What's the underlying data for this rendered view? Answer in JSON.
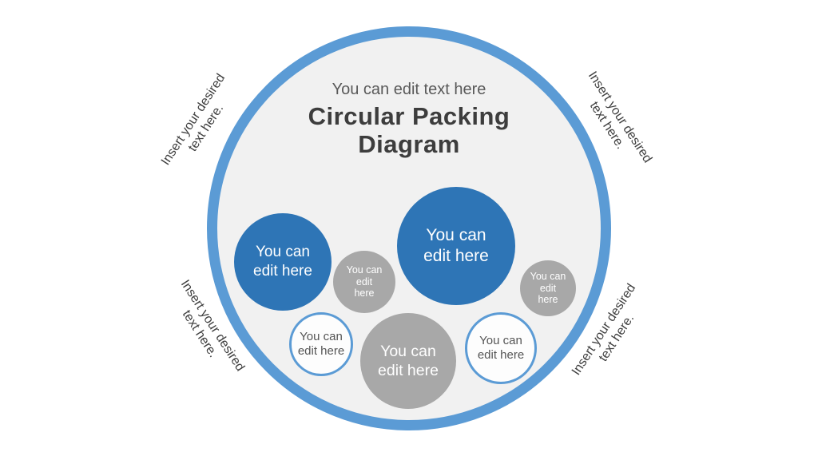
{
  "colors": {
    "ring_blue": "#5B9BD5",
    "circle_blue": "#2E75B6",
    "circle_gray": "#A8A8A8",
    "inner_fill": "#F1F1F1",
    "heading_text": "#3D3D3D",
    "subtitle_text": "#595959",
    "corner_text": "#3F3F3F",
    "white_circle_border": "#5B9BD5"
  },
  "title": {
    "subtitle": "You can edit text here",
    "heading_line1": "Circular Packing",
    "heading_line2": "Diagram"
  },
  "corner_labels": {
    "top_left": {
      "line1": "Insert your desired",
      "line2": "text here."
    },
    "top_right": {
      "line1": "Insert your desired",
      "line2": "text here."
    },
    "bottom_left": {
      "line1": "Insert your desired",
      "line2": "text here."
    },
    "bottom_right": {
      "line1": "Insert your desired",
      "line2": "text here."
    }
  },
  "circles": [
    {
      "id": "blue-left",
      "style": "blue",
      "lines": [
        "You can",
        "edit here"
      ]
    },
    {
      "id": "blue-center",
      "style": "blue",
      "lines": [
        "You can",
        "edit here"
      ]
    },
    {
      "id": "gray-small-left",
      "style": "gray",
      "lines": [
        "You can",
        "edit",
        "here"
      ]
    },
    {
      "id": "gray-small-right",
      "style": "gray",
      "lines": [
        "You can",
        "edit",
        "here"
      ]
    },
    {
      "id": "white-left",
      "style": "white",
      "lines": [
        "You can",
        "edit here"
      ]
    },
    {
      "id": "white-right",
      "style": "white",
      "lines": [
        "You can",
        "edit here"
      ]
    },
    {
      "id": "gray-bottom",
      "style": "gray",
      "lines": [
        "You can",
        "edit here"
      ]
    }
  ]
}
